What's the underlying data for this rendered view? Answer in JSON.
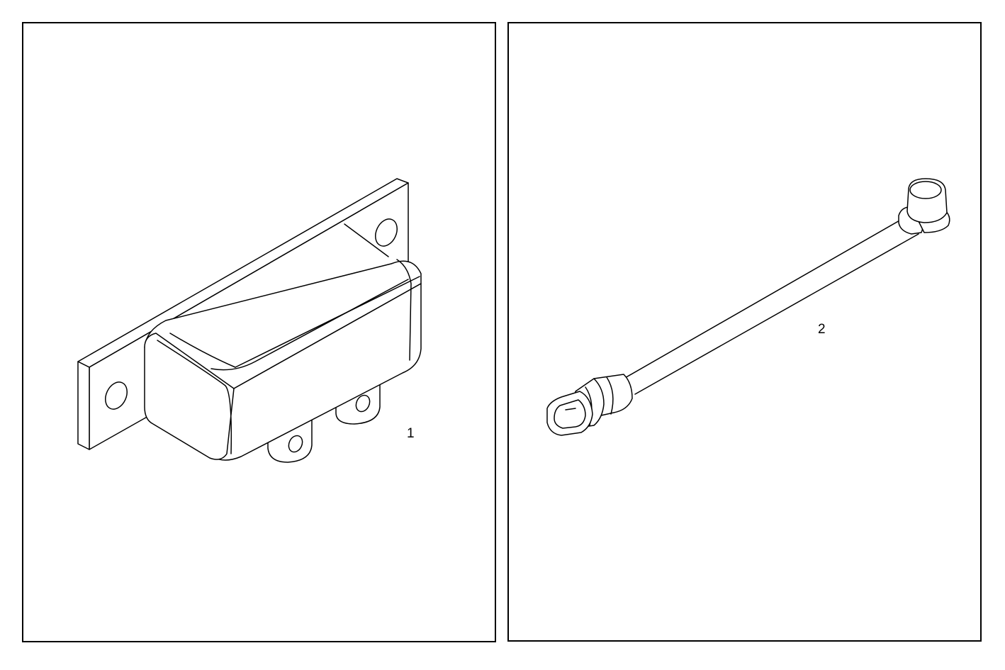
{
  "panels": [
    {
      "callout": "1",
      "part": "relay-module"
    },
    {
      "callout": "2",
      "part": "sensor-cable"
    }
  ],
  "colors": {
    "line": "#000000",
    "background": "#ffffff"
  }
}
